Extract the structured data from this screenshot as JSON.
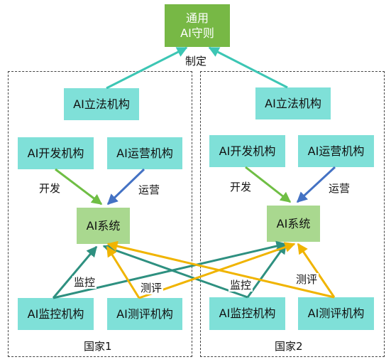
{
  "top_node": {
    "line1": "通用",
    "line2": "AI守则"
  },
  "edge_define_label": "制定",
  "countries": [
    {
      "name": "国家1",
      "legislative": "AI立法机构",
      "developer": "AI开发机构",
      "operator": "AI运营机构",
      "system": "AI系统",
      "monitor": "AI监控机构",
      "evaluator": "AI测评机构",
      "dev_label": "开发",
      "ops_label": "运营",
      "monitor_label": "监控",
      "eval_label": "测评"
    },
    {
      "name": "国家2",
      "legislative": "AI立法机构",
      "developer": "AI开发机构",
      "operator": "AI运营机构",
      "system": "AI系统",
      "monitor": "AI监控机构",
      "evaluator": "AI测评机构",
      "dev_label": "开发",
      "ops_label": "运营",
      "monitor_label": "监控",
      "eval_label": "测评"
    }
  ],
  "colors": {
    "define": "#3cc6b4",
    "develop": "#6fbe44",
    "operate": "#4472c4",
    "monitor": "#2e9080",
    "evaluate": "#f0b400"
  }
}
